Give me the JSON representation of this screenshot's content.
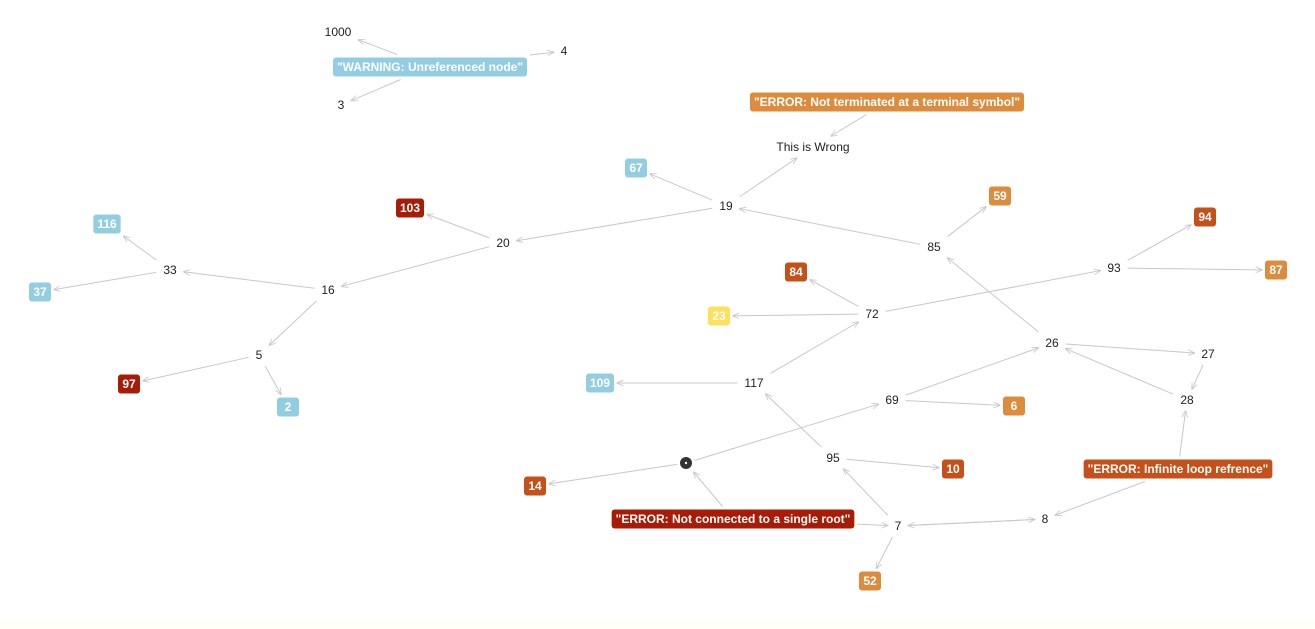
{
  "colors": {
    "light_blue": "#93cde2",
    "dark_red": "#a81c07",
    "orange": "#dc8c3c",
    "red_orange": "#c4501a",
    "yellow": "#fde05b",
    "edge": "#c8c8c8",
    "root_dot": "#333333"
  },
  "nodes": [
    {
      "id": "n1000",
      "label": "1000",
      "style": "plain"
    },
    {
      "id": "n4",
      "label": "4",
      "style": "plain"
    },
    {
      "id": "n3",
      "label": "3",
      "style": "plain"
    },
    {
      "id": "warn",
      "label": "\"WARNING: Unreferenced node\"",
      "style": "light_blue"
    },
    {
      "id": "err_term",
      "label": "\"ERROR: Not terminated at a terminal symbol\"",
      "style": "orange"
    },
    {
      "id": "wrong",
      "label": "This is Wrong",
      "style": "plain"
    },
    {
      "id": "n67",
      "label": "67",
      "style": "light_blue"
    },
    {
      "id": "n19",
      "label": "19",
      "style": "plain"
    },
    {
      "id": "n59",
      "label": "59",
      "style": "orange"
    },
    {
      "id": "n103",
      "label": "103",
      "style": "dark_red"
    },
    {
      "id": "n20",
      "label": "20",
      "style": "plain"
    },
    {
      "id": "n85",
      "label": "85",
      "style": "plain"
    },
    {
      "id": "n94",
      "label": "94",
      "style": "red_orange"
    },
    {
      "id": "n116",
      "label": "116",
      "style": "light_blue"
    },
    {
      "id": "n33",
      "label": "33",
      "style": "plain"
    },
    {
      "id": "n84",
      "label": "84",
      "style": "red_orange"
    },
    {
      "id": "n93",
      "label": "93",
      "style": "plain"
    },
    {
      "id": "n87",
      "label": "87",
      "style": "orange"
    },
    {
      "id": "n37",
      "label": "37",
      "style": "light_blue"
    },
    {
      "id": "n16",
      "label": "16",
      "style": "plain"
    },
    {
      "id": "n23",
      "label": "23",
      "style": "yellow"
    },
    {
      "id": "n72",
      "label": "72",
      "style": "plain"
    },
    {
      "id": "n26",
      "label": "26",
      "style": "plain"
    },
    {
      "id": "n27",
      "label": "27",
      "style": "plain"
    },
    {
      "id": "n5",
      "label": "5",
      "style": "plain"
    },
    {
      "id": "n97",
      "label": "97",
      "style": "dark_red"
    },
    {
      "id": "n109",
      "label": "109",
      "style": "light_blue"
    },
    {
      "id": "n117",
      "label": "117",
      "style": "plain"
    },
    {
      "id": "n69",
      "label": "69",
      "style": "plain"
    },
    {
      "id": "n28",
      "label": "28",
      "style": "plain"
    },
    {
      "id": "n6",
      "label": "6",
      "style": "orange"
    },
    {
      "id": "n2",
      "label": "2",
      "style": "light_blue"
    },
    {
      "id": "n95",
      "label": "95",
      "style": "plain"
    },
    {
      "id": "root",
      "label": "",
      "style": "dot"
    },
    {
      "id": "n10",
      "label": "10",
      "style": "red_orange"
    },
    {
      "id": "err_loop",
      "label": "\"ERROR: Infinite loop refrence\"",
      "style": "red_orange"
    },
    {
      "id": "n14",
      "label": "14",
      "style": "red_orange"
    },
    {
      "id": "err_root",
      "label": "\"ERROR: Not connected to a single root\"",
      "style": "dark_red"
    },
    {
      "id": "n7",
      "label": "7",
      "style": "plain"
    },
    {
      "id": "n8",
      "label": "8",
      "style": "plain"
    },
    {
      "id": "n52",
      "label": "52",
      "style": "orange"
    }
  ],
  "edges": [
    {
      "from": "warn",
      "to": "n1000"
    },
    {
      "from": "warn",
      "to": "n4"
    },
    {
      "from": "warn",
      "to": "n3"
    },
    {
      "from": "err_term",
      "to": "wrong"
    },
    {
      "from": "n19",
      "to": "wrong"
    },
    {
      "from": "n19",
      "to": "n67"
    },
    {
      "from": "n19",
      "to": "n20"
    },
    {
      "from": "n85",
      "to": "n19"
    },
    {
      "from": "n85",
      "to": "n59"
    },
    {
      "from": "n26",
      "to": "n85"
    },
    {
      "from": "n20",
      "to": "n103"
    },
    {
      "from": "n20",
      "to": "n16"
    },
    {
      "from": "n16",
      "to": "n33"
    },
    {
      "from": "n33",
      "to": "n116"
    },
    {
      "from": "n33",
      "to": "n37"
    },
    {
      "from": "n16",
      "to": "n5"
    },
    {
      "from": "n5",
      "to": "n97"
    },
    {
      "from": "n5",
      "to": "n2"
    },
    {
      "from": "n72",
      "to": "n84"
    },
    {
      "from": "n72",
      "to": "n23"
    },
    {
      "from": "n72",
      "to": "n93"
    },
    {
      "from": "n93",
      "to": "n94"
    },
    {
      "from": "n93",
      "to": "n87"
    },
    {
      "from": "n117",
      "to": "n72"
    },
    {
      "from": "n117",
      "to": "n109"
    },
    {
      "from": "n95",
      "to": "n117"
    },
    {
      "from": "n95",
      "to": "n10"
    },
    {
      "from": "n7",
      "to": "n95"
    },
    {
      "from": "n7",
      "to": "n52"
    },
    {
      "from": "n7",
      "to": "n8"
    },
    {
      "from": "n8",
      "to": "n7"
    },
    {
      "from": "err_root",
      "to": "n7"
    },
    {
      "from": "err_root",
      "to": "root"
    },
    {
      "from": "root",
      "to": "n69"
    },
    {
      "from": "root",
      "to": "n14"
    },
    {
      "from": "n69",
      "to": "n26"
    },
    {
      "from": "n69",
      "to": "n6"
    },
    {
      "from": "n26",
      "to": "n27"
    },
    {
      "from": "n27",
      "to": "n28"
    },
    {
      "from": "n28",
      "to": "n26"
    },
    {
      "from": "err_loop",
      "to": "n28"
    },
    {
      "from": "err_loop",
      "to": "n8"
    }
  ]
}
